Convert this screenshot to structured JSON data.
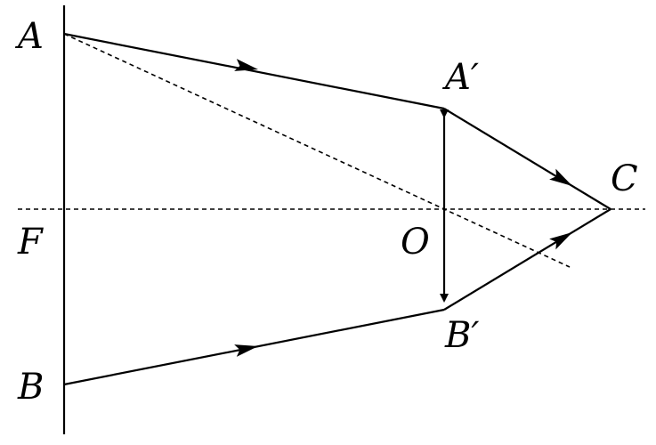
{
  "labels": {
    "A": "A",
    "A_prime": "A′",
    "B": "B",
    "B_prime": "B′",
    "C": "C",
    "F": "F",
    "O": "O"
  },
  "colors": {
    "stroke": "#000000",
    "background": "#ffffff"
  }
}
